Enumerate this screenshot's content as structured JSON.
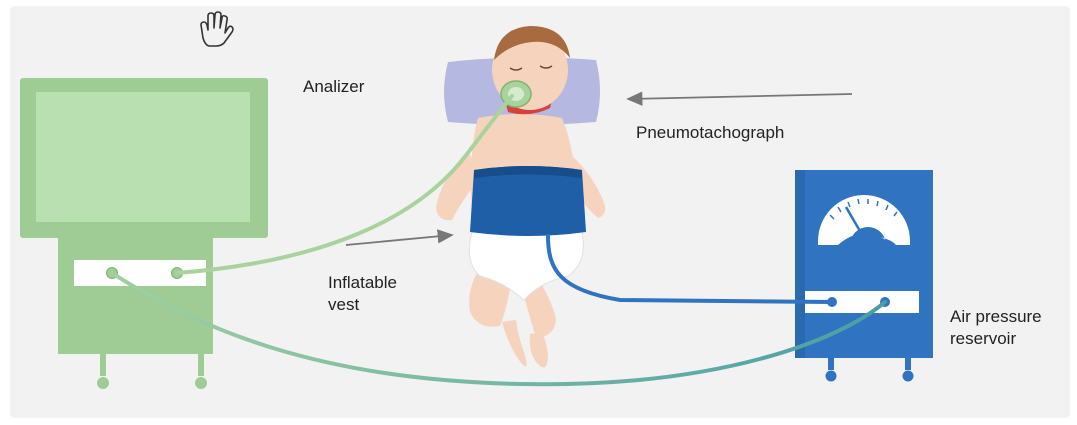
{
  "labels": {
    "analizer": "Analizer",
    "pneumotachograph": "Pneumotachograph",
    "inflatable_vest": "Inflatable\nvest",
    "air_pressure_reservoir": "Air pressure\nreservoir"
  },
  "icons": [
    "hand-cursor-icon"
  ],
  "colors": {
    "background": "#f2f2f3",
    "analyzer_green": "#9fcc95",
    "analyzer_dark": "#7fb374",
    "screen_light": "#b9e0b0",
    "reservoir_blue": "#2f73c1",
    "reservoir_dark": "#1f5a9e",
    "vest_blue": "#1e5fa8",
    "pillow": "#b5b8e0",
    "skin": "#f6d3bd",
    "hair": "#a86a3f",
    "tube_green": "#a9d39c",
    "tube_blue": "#2f73c1",
    "arrow": "#777777"
  }
}
